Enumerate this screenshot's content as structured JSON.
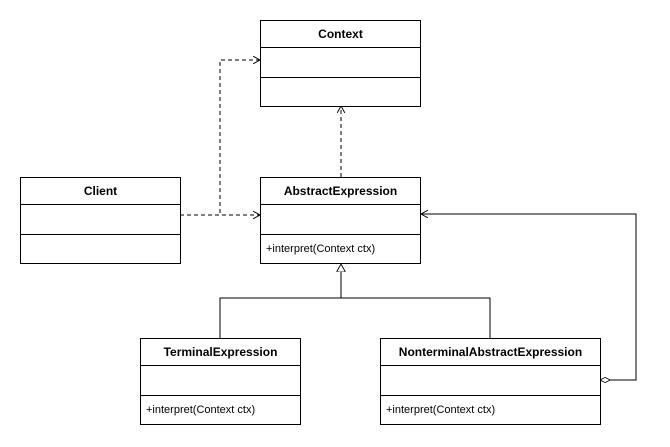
{
  "diagram": {
    "classes": {
      "context": {
        "name": "Context",
        "operation": ""
      },
      "client": {
        "name": "Client",
        "operation": ""
      },
      "abstract_expression": {
        "name": "AbstractExpression",
        "operation": "+interpret(Context ctx)"
      },
      "terminal_expression": {
        "name": "TerminalExpression",
        "operation": "+interpret(Context ctx)"
      },
      "nonterminal_expression": {
        "name": "NonterminalAbstractExpression",
        "operation": "+interpret(Context ctx)"
      }
    },
    "relations": [
      {
        "from": "Client",
        "to": "Context",
        "kind": "dependency"
      },
      {
        "from": "Client",
        "to": "AbstractExpression",
        "kind": "dependency"
      },
      {
        "from": "AbstractExpression",
        "to": "Context",
        "kind": "dependency"
      },
      {
        "from": "TerminalExpression",
        "to": "AbstractExpression",
        "kind": "generalization"
      },
      {
        "from": "NonterminalAbstractExpression",
        "to": "AbstractExpression",
        "kind": "generalization"
      },
      {
        "from": "NonterminalAbstractExpression",
        "to": "AbstractExpression",
        "kind": "aggregation"
      }
    ],
    "colors": {
      "stroke": "#000000",
      "fill": "#ffffff"
    }
  }
}
